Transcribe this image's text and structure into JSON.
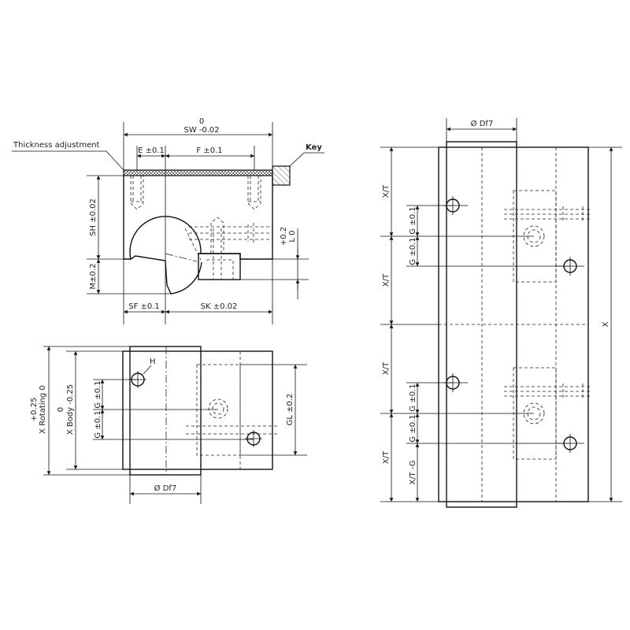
{
  "front_view": {
    "sw_upper": "0",
    "sw_label": "SW -0.02",
    "thickness_label": "Thickness adjustment",
    "key_label": "Key",
    "e_label": "E ±0.1",
    "f_label": "F ±0.1",
    "sh_label": "SH ±0.02",
    "m_label": "M±0.2",
    "l_upper": "+0.2",
    "l_label": "L  0",
    "sf_label": "SF ±0.1",
    "sk_label": "SK ±0.02"
  },
  "side_view": {
    "rotating_tol": "+0.25",
    "rotating_label": "X Rotating  0",
    "body_tol": "0",
    "body_label": "X  Body  -0.25",
    "h_label": "H",
    "g1_label": "G ±0.1",
    "g2_label": "G ±0.1",
    "gl_label": "GL ±0.2",
    "d_label": "Ø  Df7"
  },
  "long_view": {
    "d_label": "Ø  Df7",
    "xt_labels": [
      "X/T",
      "X/T",
      "X/T",
      "X/T"
    ],
    "g_labels": [
      "G ±0.1",
      "G ±0.1",
      "G ±0.1",
      "G ±0.1"
    ],
    "xtg_label": "X/T -G",
    "x_label": "X"
  },
  "colors": {
    "line": "#111111",
    "background": "#ffffff"
  }
}
